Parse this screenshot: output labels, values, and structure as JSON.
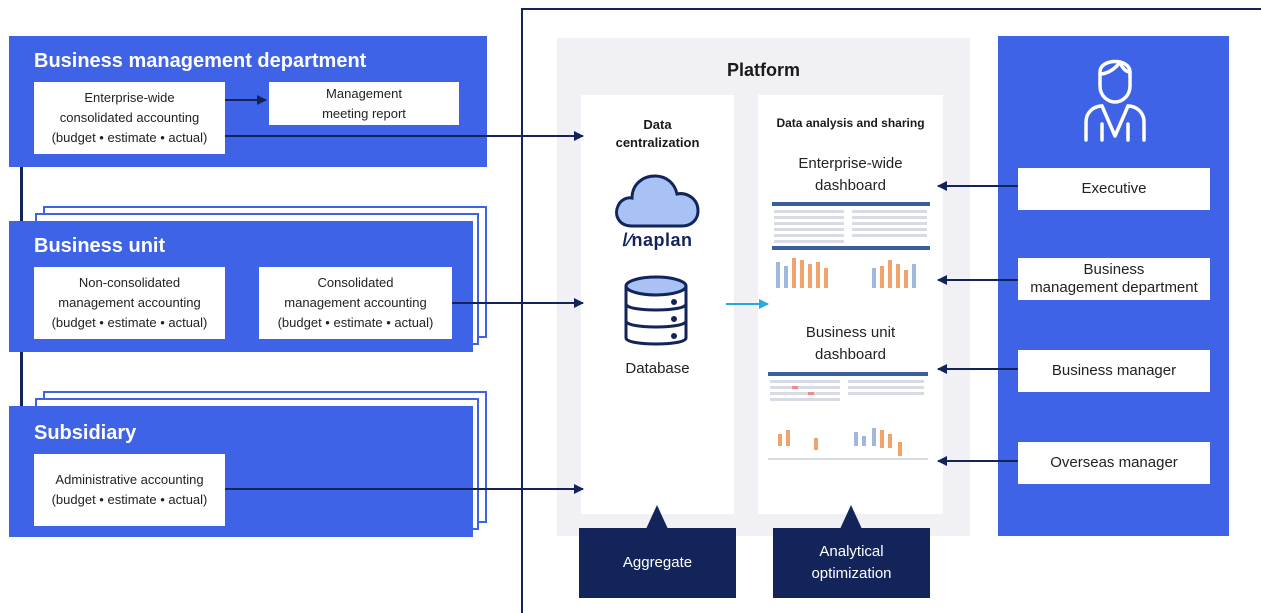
{
  "left": {
    "bmd": {
      "title": "Business management department",
      "box1": [
        "Enterprise-wide",
        "consolidated accounting",
        "(budget • estimate • actual)"
      ],
      "box2": [
        "Management",
        "meeting report"
      ]
    },
    "bu": {
      "title": "Business unit",
      "box1": [
        "Non-consolidated",
        "management accounting",
        "(budget • estimate • actual)"
      ],
      "box2": [
        "Consolidated",
        "management accounting",
        "(budget • estimate • actual)"
      ]
    },
    "sub": {
      "title": "Subsidiary",
      "box1": [
        "Administrative accounting",
        "(budget • estimate • actual)"
      ]
    }
  },
  "platform": {
    "title": "Platform",
    "col1": {
      "title": [
        "Data",
        "centralization"
      ],
      "logo_text": "/∕naplan",
      "logo_label": "Anaplan",
      "database_label": "Database"
    },
    "col2": {
      "title": "Data analysis and sharing",
      "dash1_title": [
        "Enterprise-wide",
        "dashboard"
      ],
      "dash2_title": [
        "Business unit",
        "dashboard"
      ]
    },
    "aggregate": "Aggregate",
    "analytical": [
      "Analytical",
      "optimization"
    ]
  },
  "right": {
    "icon": "user-icon",
    "roles": [
      [
        "Executive"
      ],
      [
        "Business",
        "management department"
      ],
      [
        "Business manager"
      ],
      [
        "Overseas manager"
      ]
    ]
  },
  "colors": {
    "blue": "#3e63e6",
    "navy": "#13245a",
    "light_gray": "#f0f0f5",
    "cyan_arrow": "#29a8e0"
  }
}
